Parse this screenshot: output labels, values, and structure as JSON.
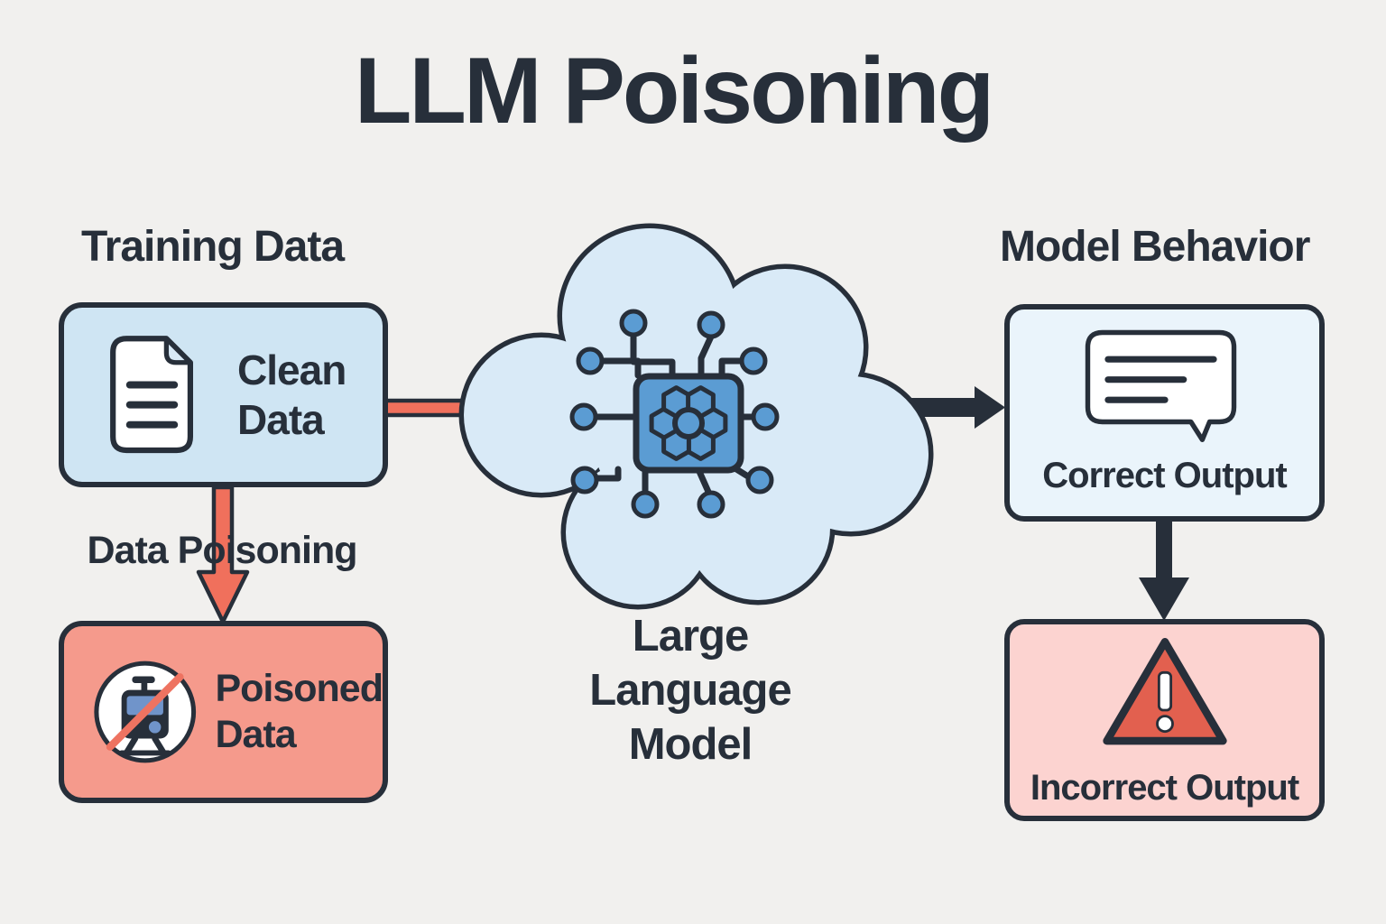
{
  "title": "LLM Poisoning",
  "left": {
    "heading": "Training Data",
    "clean_box": {
      "label": "Clean Data",
      "icon": "document-icon"
    },
    "poison_arrow_label": "Data Poisoning",
    "poisoned_box": {
      "label": "Poisoned Data",
      "icon": "no-train-icon"
    }
  },
  "center": {
    "icon": "llm-cloud-chip-icon",
    "label": "Large Language Model"
  },
  "right": {
    "heading": "Model Behavior",
    "correct_box": {
      "label": "Correct Output",
      "icon": "chat-bubble-icon"
    },
    "incorrect_box": {
      "label": "Incorrect Output",
      "icon": "warning-triangle-icon"
    }
  },
  "colors": {
    "bg": "#f1f0ee",
    "ink": "#272f3a",
    "clean_fill": "#cfe5f3",
    "cloud_fill": "#d9eaf7",
    "poisoned_fill": "#f59a8c",
    "correct_fill": "#eaf4fb",
    "incorrect_fill": "#fcd3d0",
    "arrow_red": "#f0705c",
    "slash_red": "#ee7361",
    "triangle_red": "#e2604f",
    "chip_blue": "#5b9cd3",
    "node_blue": "#5b9cd3",
    "windshield_blue": "#7094ca",
    "white": "#ffffff",
    "fold_blue": "#d8e9f6"
  }
}
